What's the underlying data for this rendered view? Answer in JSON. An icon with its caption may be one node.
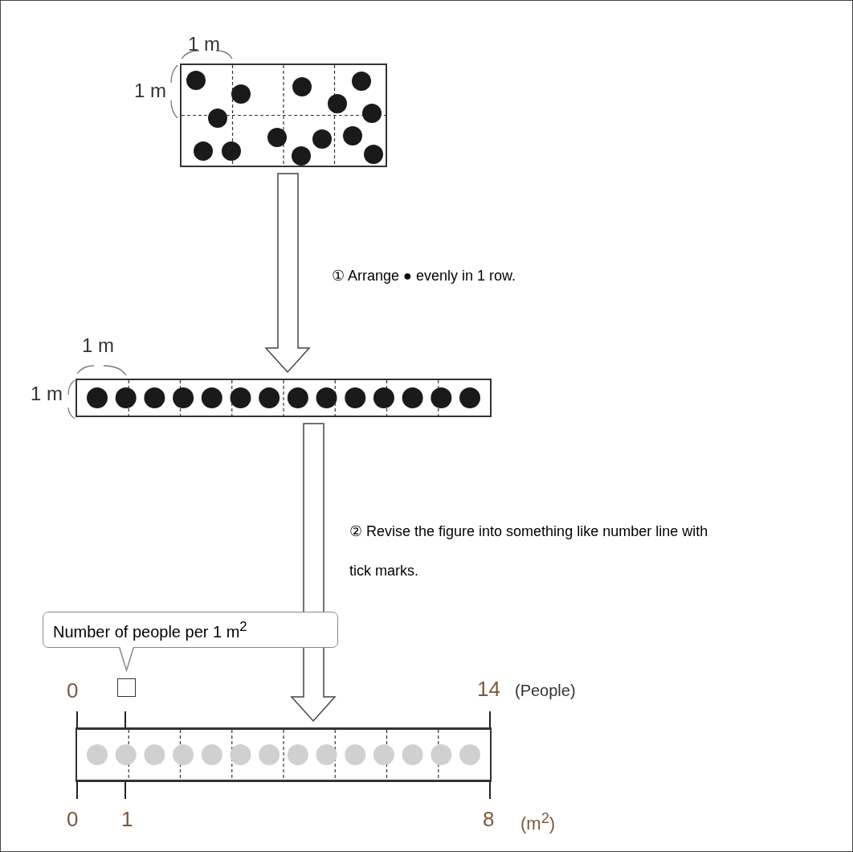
{
  "diagram": {
    "nodes": [
      {
        "text": [],
        "shape": "box",
        "beside": [
          "1 m",
          "1 m"
        ]
      },
      {
        "text": [],
        "shape": "box",
        "beside": [
          "1 m",
          "1 m"
        ]
      },
      {
        "text": [
          "Number of people per 1 m$^{2}$"
        ]
      },
      {
        "text": [],
        "shape": "box"
      },
      {
        "text": [],
        "shape": "box"
      }
    ],
    "edges": [
      {
        "from": 0,
        "to": 1,
        "arrow": "to",
        "label": "① Arrange ● evenly in 1 row."
      },
      {
        "from": 1,
        "to": 4,
        "arrow": "to",
        "label": "② Revise the figure into something like number line with tick marks."
      },
      {
        "from": 2,
        "to": 3,
        "arrow": "to"
      }
    ],
    "labels": [
      "0",
      "14",
      "(People)",
      "0",
      "1",
      "8",
      "(m$^{2}$)"
    ]
  }
}
